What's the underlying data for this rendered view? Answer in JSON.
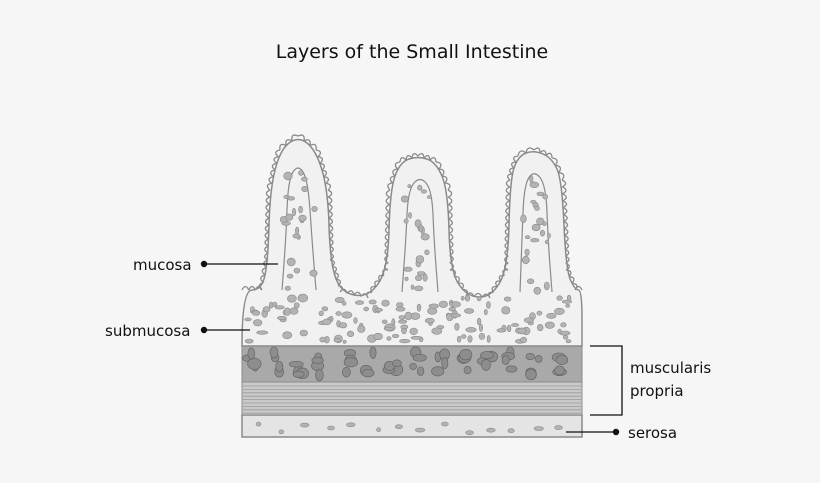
{
  "diagram": {
    "title": "Layers of the Small Intestine",
    "labels": {
      "mucosa": "mucosa",
      "submucosa": "submucosa",
      "muscularis_line1": "muscularis",
      "muscularis_line2": "propria",
      "serosa": "serosa"
    }
  },
  "colors": {
    "background": "#f6f6f6",
    "outline": "#8a8a8a",
    "mucosa_fill": "#f1f1f1",
    "submucosa_fill": "#ececec",
    "muscle_fill": "#a9a9a9",
    "muscle_cell": "#8d8d8d",
    "serosa_fill": "#e4e4e4",
    "text": "#111111"
  }
}
